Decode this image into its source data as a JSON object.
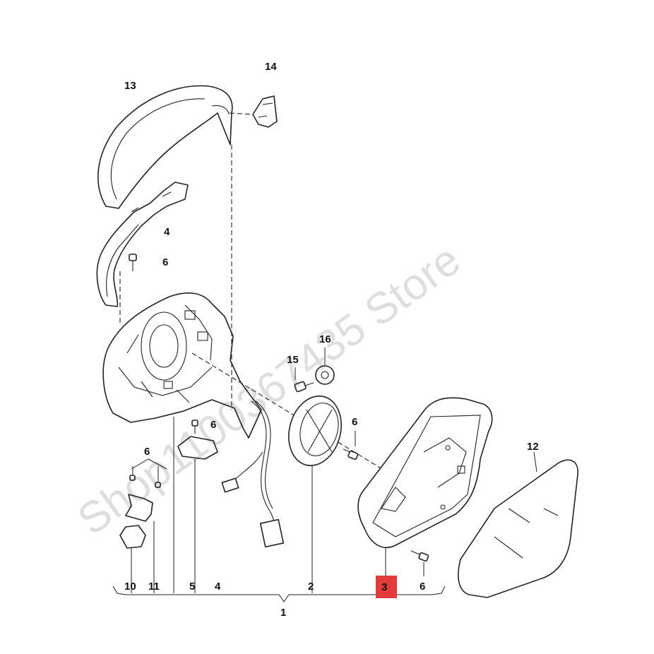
{
  "watermark": "Shop1100367435 Store",
  "highlight_color": "#e23b3b",
  "labels": {
    "p13": "13",
    "p14": "14",
    "p4_top": "4",
    "p6_a": "6",
    "p16": "16",
    "p15": "15",
    "p6_b": "6",
    "p6_c": "6",
    "p6_d": "6",
    "p12": "12",
    "b10": "10",
    "b11": "11",
    "b5": "5",
    "b4": "4",
    "b2": "2",
    "b3": "3",
    "b6": "6",
    "b1": "1"
  }
}
